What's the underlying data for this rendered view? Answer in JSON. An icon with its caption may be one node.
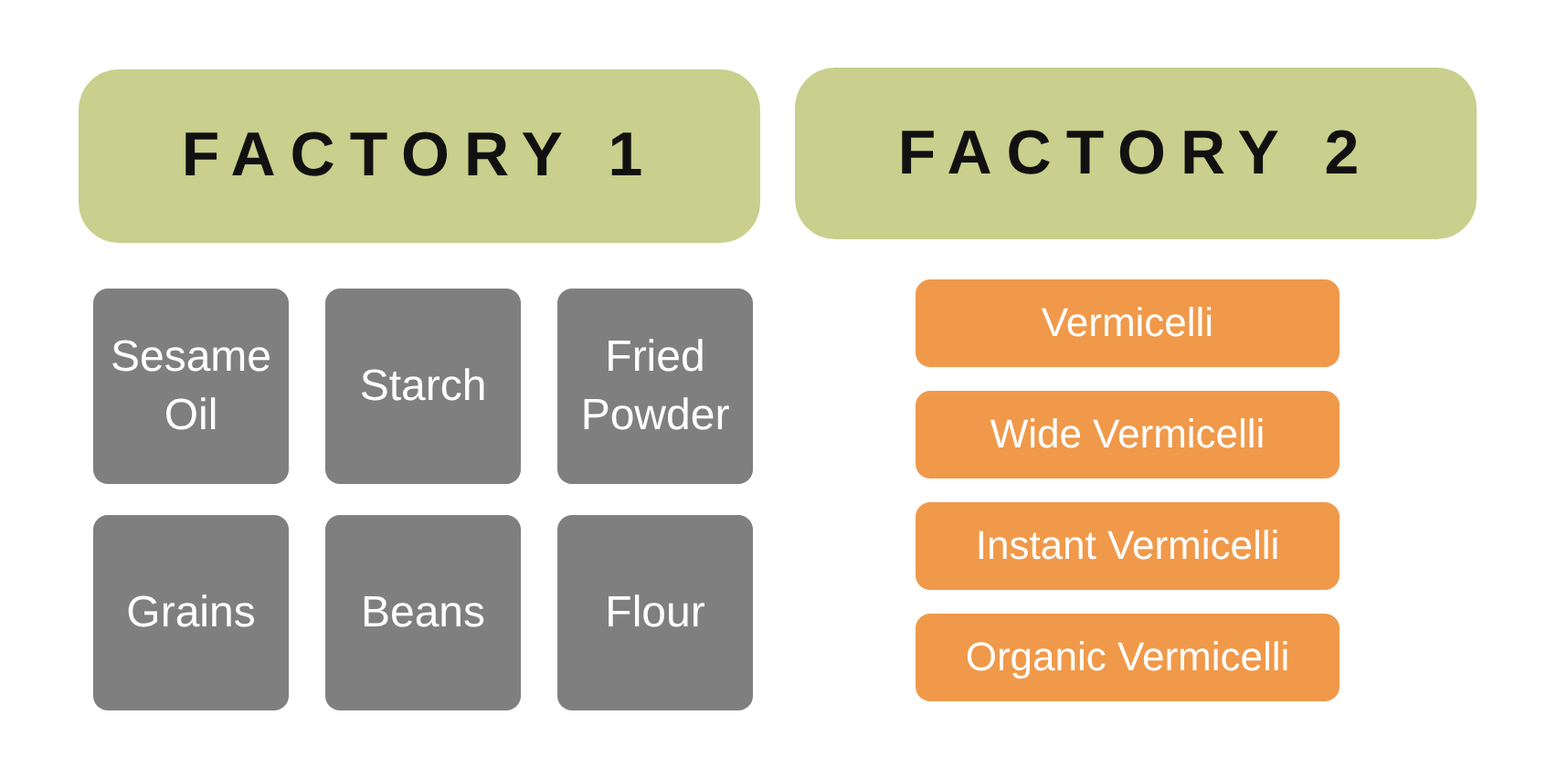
{
  "diagram": {
    "nodes": [
      {
        "text": [
          "FACTORY 1"
        ]
      },
      {
        "text": [
          "FACTORY 2"
        ]
      },
      {
        "text": [
          "Sesame Oil"
        ]
      },
      {
        "text": [
          "Starch"
        ]
      },
      {
        "text": [
          "Fried Powder"
        ]
      },
      {
        "text": [
          "Grains"
        ]
      },
      {
        "text": [
          "Beans"
        ]
      },
      {
        "text": [
          "Flour"
        ]
      },
      {
        "text": [
          "Vermicelli"
        ]
      },
      {
        "text": [
          "Wide Vermicelli"
        ]
      },
      {
        "text": [
          "Instant Vermicelli"
        ]
      },
      {
        "text": [
          "Organic Vermicelli"
        ]
      }
    ],
    "edges": []
  }
}
